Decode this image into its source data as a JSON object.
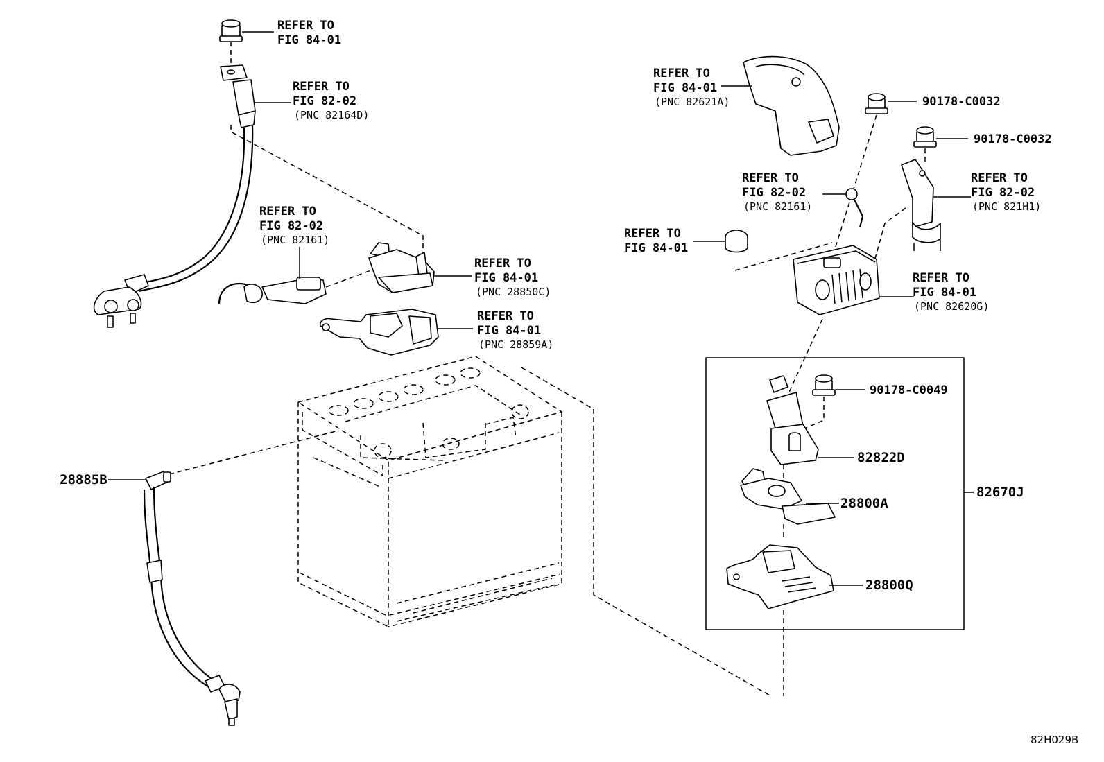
{
  "callouts": {
    "top_bolt": {
      "line1": "REFER TO",
      "line2": "FIG 84-01",
      "pnc": ""
    },
    "pos_cable": {
      "line1": "REFER TO",
      "line2": "FIG 82-02",
      "pnc": "(PNC 82164D)"
    },
    "wire_82161_left": {
      "line1": "REFER TO",
      "line2": "FIG 82-02",
      "pnc": "(PNC 82161)"
    },
    "clamp_28850c": {
      "line1": "REFER TO",
      "line2": "FIG 84-01",
      "pnc": "(PNC 28850C)"
    },
    "cover_28859a": {
      "line1": "REFER TO",
      "line2": "FIG 84-01",
      "pnc": "(PNC 28859A)"
    },
    "cover_82621a": {
      "line1": "REFER TO",
      "line2": "FIG 84-01",
      "pnc": "(PNC 82621A)"
    },
    "wire_82161_right": {
      "line1": "REFER TO",
      "line2": "FIG 82-02",
      "pnc": "(PNC 82161)"
    },
    "bracket_821h1": {
      "line1": "REFER TO",
      "line2": "FIG 82-02",
      "pnc": "(PNC 821H1)"
    },
    "nut_84_01": {
      "line1": "REFER TO",
      "line2": "FIG 84-01",
      "pnc": ""
    },
    "block_82620g": {
      "line1": "REFER TO",
      "line2": "FIG 84-01",
      "pnc": "(PNC 82620G)"
    }
  },
  "part_numbers": {
    "bolt_top": "90178-C0032",
    "bolt_right": "90178-C0032",
    "bolt_box": "90178-C0049",
    "bracket": "82822D",
    "terminal_a": "28800A",
    "terminal_q": "28800Q",
    "assembly": "82670J",
    "neg_cable": "28885B"
  },
  "figure_code": "82H029B"
}
